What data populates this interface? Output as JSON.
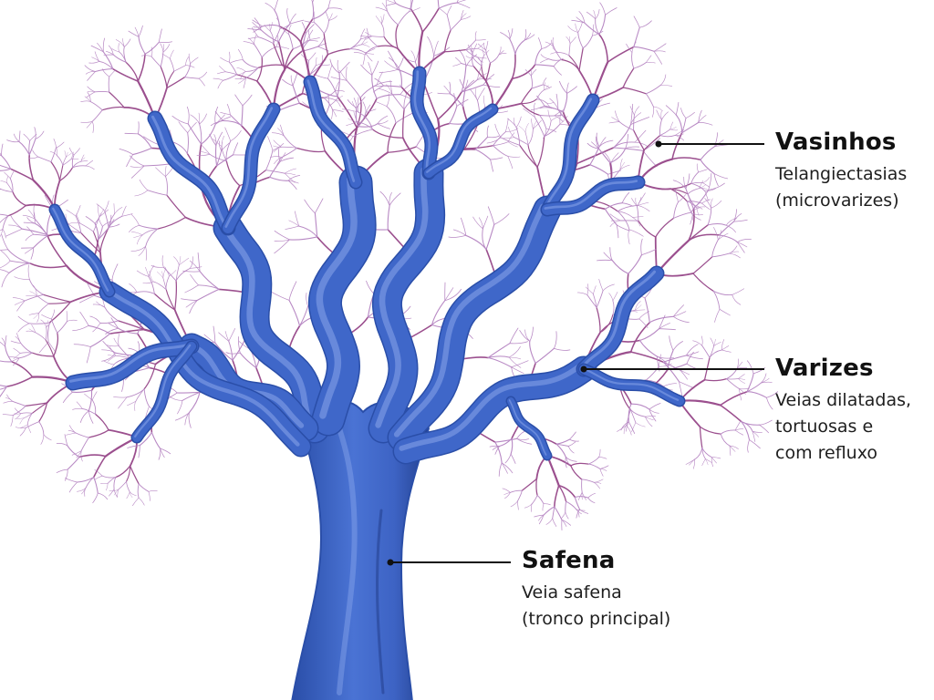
{
  "colors": {
    "trunk": "#3f67c9",
    "trunk_dark": "#2a4ea8",
    "trunk_highlight": "#8aa6ea",
    "twig": "#9b4f8e",
    "twig_light": "#b889c4",
    "leader": "#111111",
    "text": "#111111"
  },
  "labels": {
    "vasinhos": {
      "title": "Vasinhos",
      "lines": [
        "Telangiectasias",
        "(microvarizes)"
      ],
      "icon": "leader-dot"
    },
    "varizes": {
      "title": "Varizes",
      "lines": [
        "Veias dilatadas,",
        "tortuosas e",
        "com refluxo"
      ],
      "icon": "leader-dot"
    },
    "safena": {
      "title": "Safena",
      "lines": [
        "Veia safena",
        "(tronco principal)"
      ],
      "icon": "leader-dot"
    }
  }
}
